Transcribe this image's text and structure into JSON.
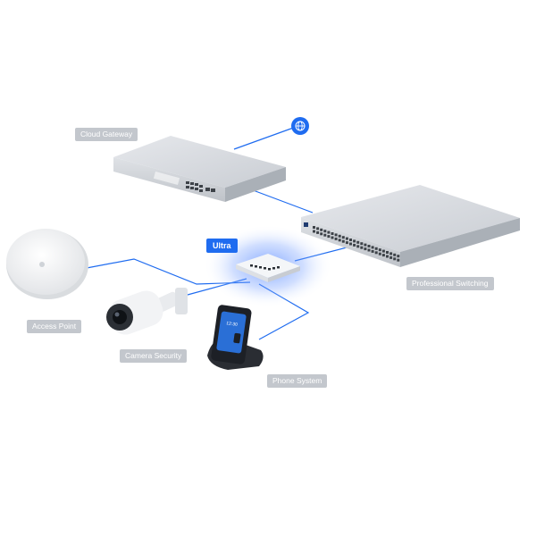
{
  "labels": {
    "cloud_gateway": "Cloud Gateway",
    "professional_switching": "Professional Switching",
    "ultra": "Ultra",
    "access_point": "Access Point",
    "camera_security": "Camera Security",
    "phone_system": "Phone System"
  },
  "phone_screen_time": "12:30",
  "colors": {
    "link_line": "#1f6cf0",
    "label_bg": "#c3c7cd",
    "ultra_badge": "#1f6cf0",
    "glow": "#5b8cff"
  },
  "icons": {
    "internet": "globe-icon"
  }
}
